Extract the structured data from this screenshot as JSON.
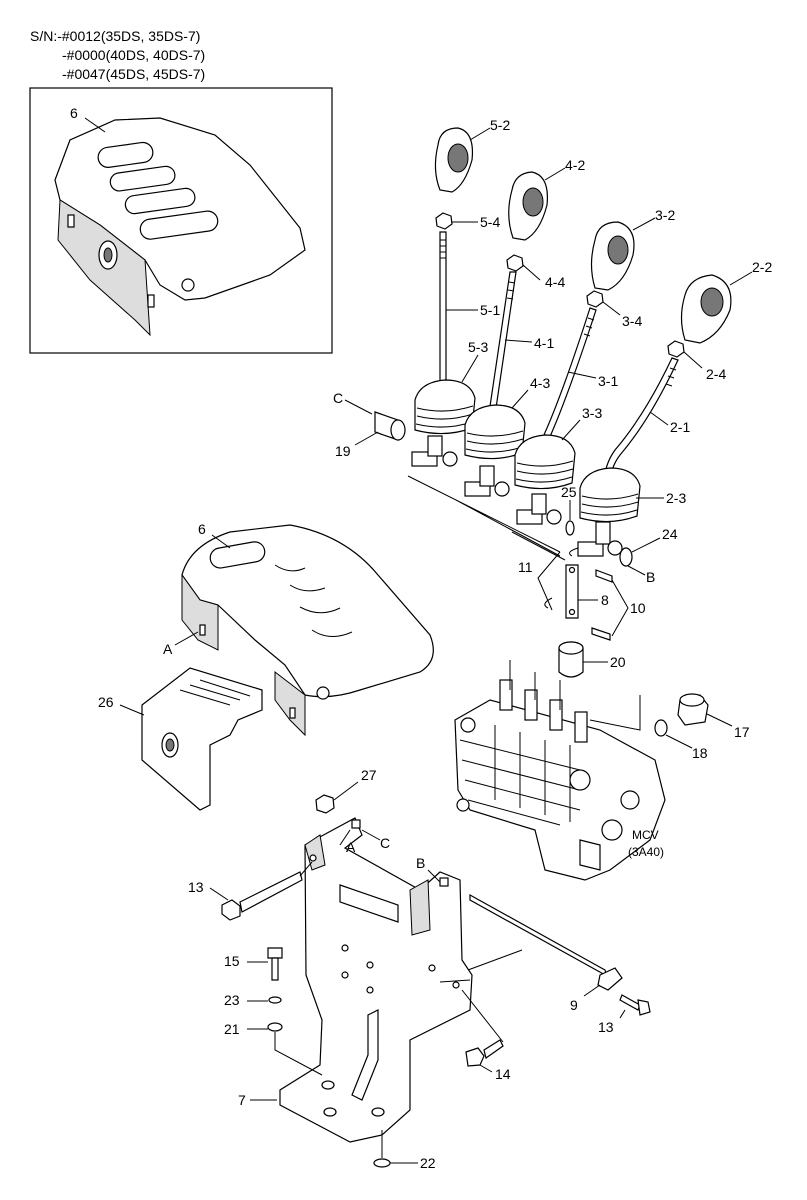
{
  "serial_numbers": {
    "line1": "S/N:-#0012(35DS, 35DS-7)",
    "line2": "-#0000(40DS, 40DS-7)",
    "line3": "-#0047(45DS, 45DS-7)"
  },
  "callouts": {
    "c6_top": "6",
    "c5_2": "5-2",
    "c4_2": "4-2",
    "c3_2": "3-2",
    "c2_2": "2-2",
    "c5_4": "5-4",
    "c4_4": "4-4",
    "c3_4": "3-4",
    "c2_4": "2-4",
    "c5_1": "5-1",
    "c4_1": "4-1",
    "c3_1": "3-1",
    "c2_1": "2-1",
    "c5_3": "5-3",
    "c4_3": "4-3",
    "c3_3": "3-3",
    "c2_3": "2-3",
    "cC_top": "C",
    "c19": "19",
    "c25": "25",
    "c24": "24",
    "cB_right": "B",
    "c11": "11",
    "c8": "8",
    "c10": "10",
    "c6_mid": "6",
    "cA_left": "A",
    "c20": "20",
    "c26": "26",
    "c17": "17",
    "c18": "18",
    "c27": "27",
    "cA_bracket": "A",
    "cC_bracket": "C",
    "cB_bracket": "B",
    "c13_left": "13",
    "c15": "15",
    "c23": "23",
    "c21": "21",
    "c9": "9",
    "c13_right": "13",
    "c14": "14",
    "c7": "7",
    "c22": "22",
    "mcv_name": "MCV",
    "mcv_code": "(3A40)"
  }
}
